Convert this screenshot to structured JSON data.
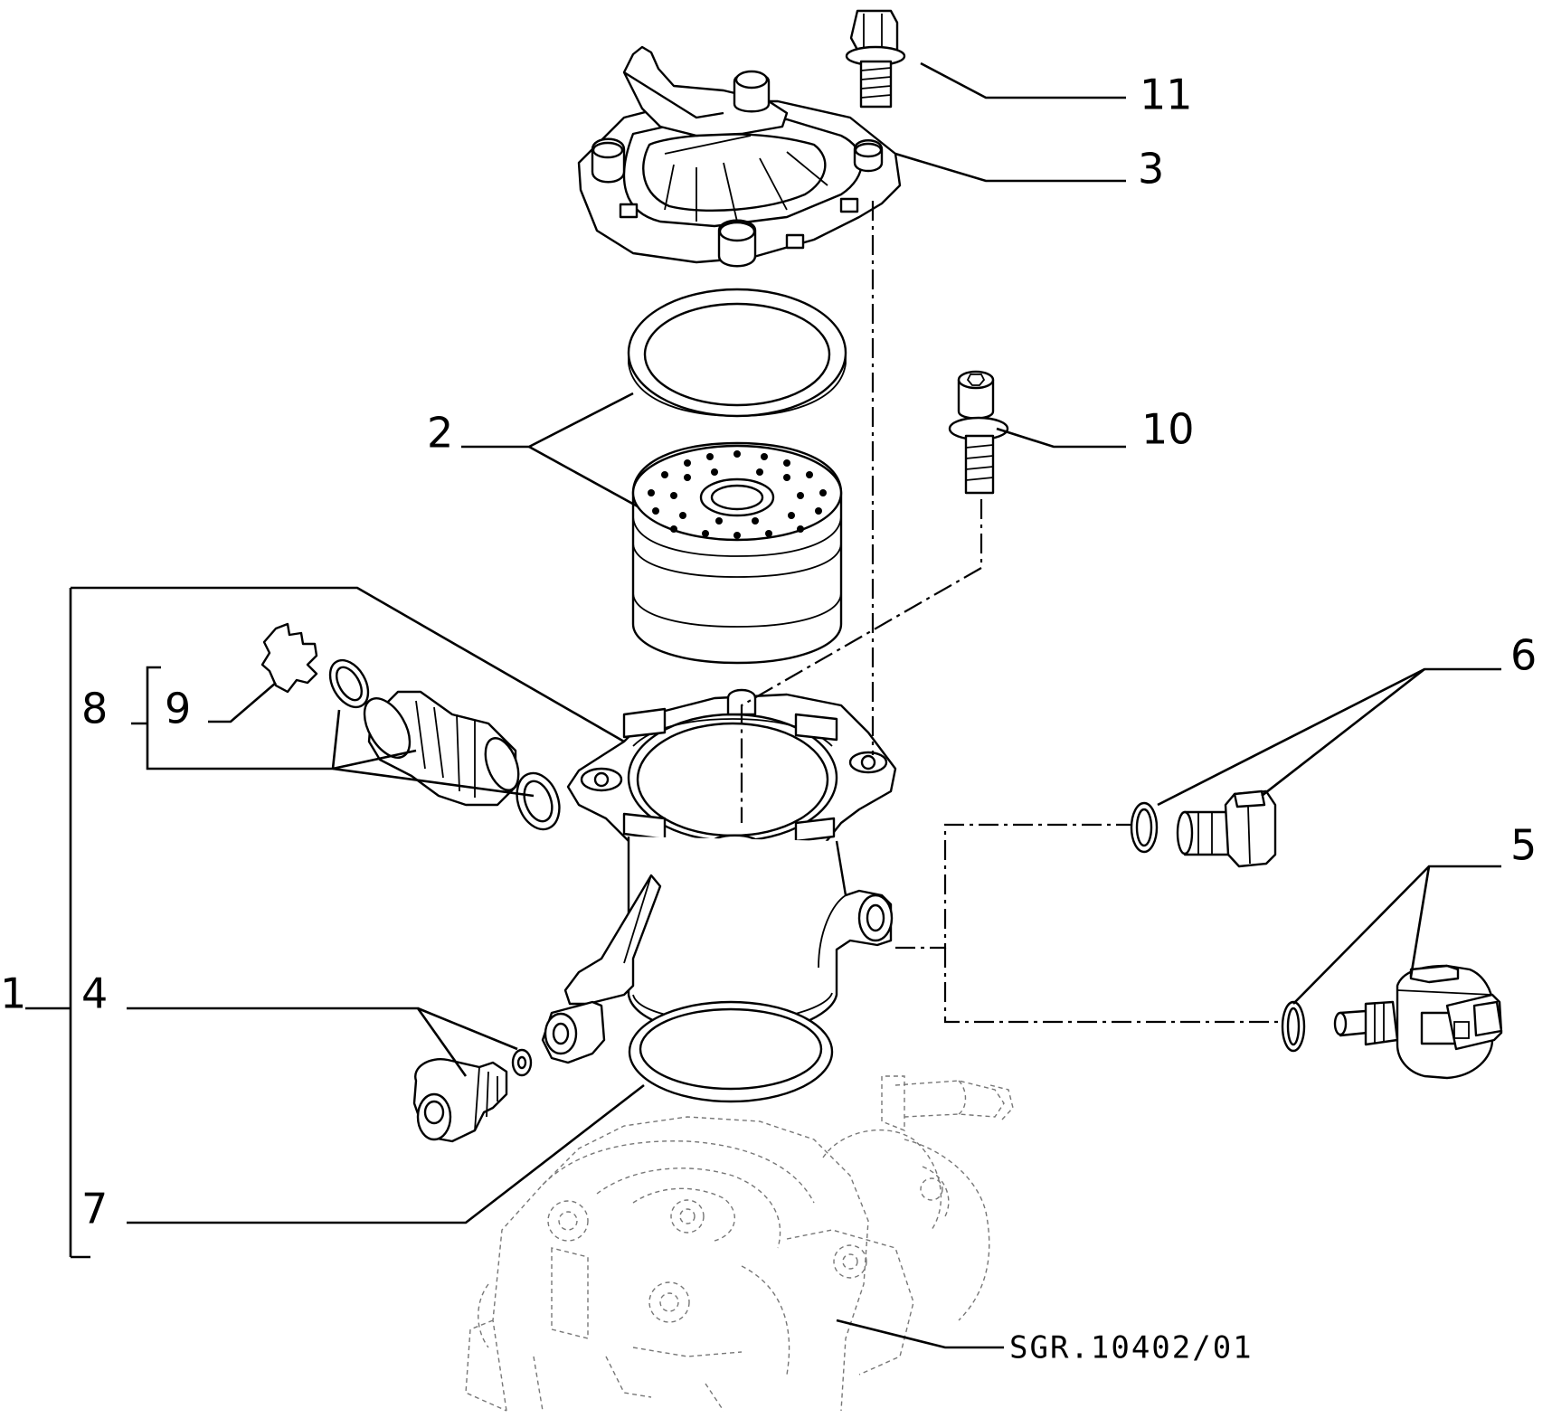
{
  "callouts": {
    "c1": "1",
    "c2": "2",
    "c3": "3",
    "c4": "4",
    "c5": "5",
    "c6": "6",
    "c7": "7",
    "c8": "8",
    "c9": "9",
    "c10": "10",
    "c11": "11"
  },
  "reference_code": "SGR.10402/01"
}
